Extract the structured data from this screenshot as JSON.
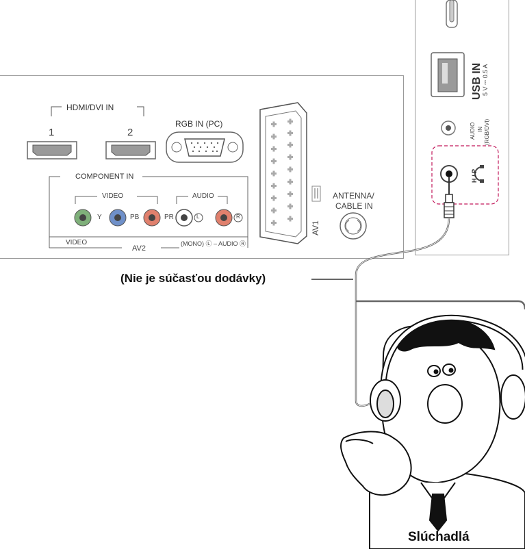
{
  "panel": {
    "hdmi_group": "HDMI/DVI IN",
    "hdmi_port_1": "1",
    "hdmi_port_2": "2",
    "rgb_label": "RGB IN (PC)",
    "component_group": "COMPONENT IN",
    "video_group": "VIDEO",
    "audio_group": "AUDIO",
    "y_label": "Y",
    "pb_label": "PB",
    "pr_label": "PR",
    "audio_l": "L",
    "audio_r": "R",
    "video_bottom": "VIDEO",
    "mono_audio_label": "(MONO) Ⓛ – AUDIO Ⓡ",
    "av2_label": "AV2",
    "av1_label": "AV1",
    "antenna_label": "ANTENNA/",
    "cable_label": "CABLE IN"
  },
  "side_panel": {
    "usb_label": "USB IN",
    "usb_rating": "5 V ⎓ 0.5 A",
    "audio_in_line1": "AUDIO",
    "audio_in_line2": "IN",
    "audio_in_line3": "(RGB/DVI)",
    "hp_label": "H / P"
  },
  "callout": "(Nie je súčasťou dodávky)",
  "caption": "Slúchadlá",
  "icons": [
    "hdmi-port-icon",
    "vga-port-icon",
    "rca-jack-icon",
    "scart-port-icon",
    "antenna-port-icon",
    "usb-port-icon",
    "headphone-icon",
    "headphone-plug-icon"
  ],
  "colors": {
    "component_y": "#7fb07a",
    "component_pb": "#6f90c9",
    "component_pr": "#e0806d",
    "hp_box_border": "#c2185b"
  }
}
